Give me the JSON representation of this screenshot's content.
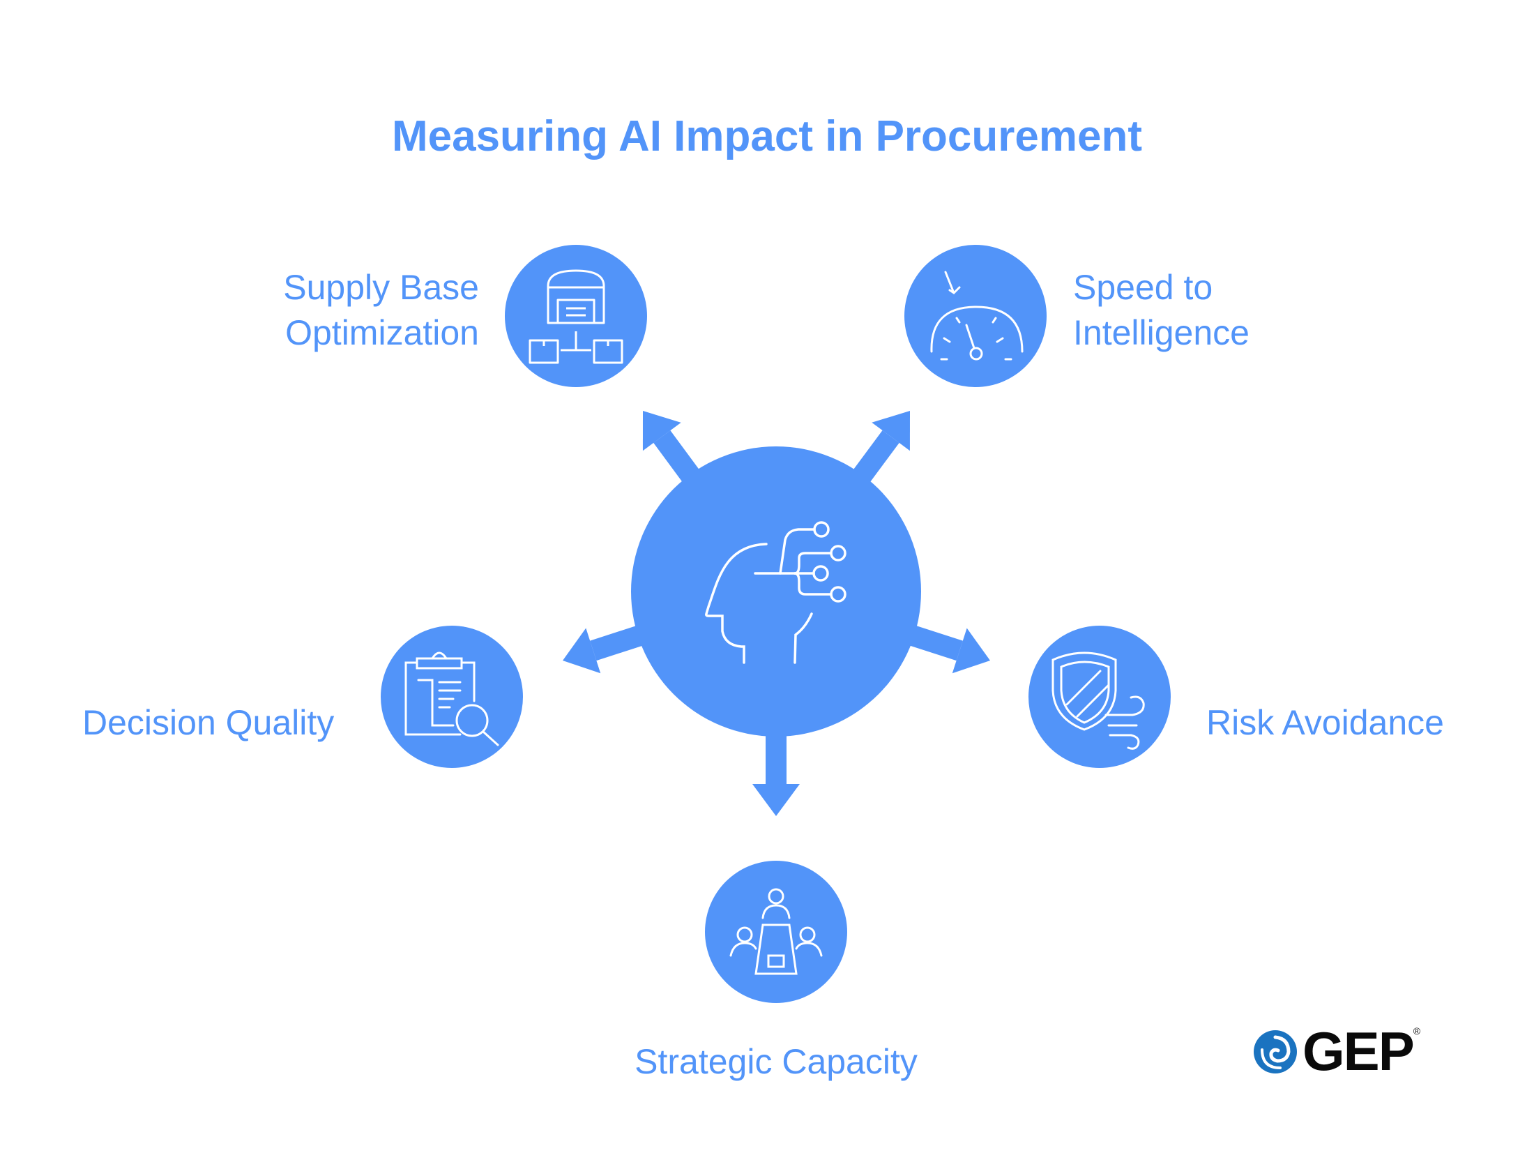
{
  "title": "Measuring AI Impact in Procurement",
  "center": {
    "icon": "ai-head-network-icon"
  },
  "nodes": [
    {
      "id": "supply",
      "label_lines": [
        "Supply Base",
        "Optimization"
      ],
      "icon": "warehouse-network-icon"
    },
    {
      "id": "speed",
      "label_lines": [
        "Speed to",
        "Intelligence"
      ],
      "icon": "speedometer-icon"
    },
    {
      "id": "decision",
      "label_lines": [
        "Decision Quality"
      ],
      "icon": "clipboard-search-icon"
    },
    {
      "id": "risk",
      "label_lines": [
        "Risk Avoidance"
      ],
      "icon": "shield-wind-icon"
    },
    {
      "id": "strategic",
      "label_lines": [
        "Strategic Capacity"
      ],
      "icon": "meeting-table-icon"
    }
  ],
  "logo": {
    "text": "GEP",
    "registered": "®"
  },
  "colors": {
    "accent": "#5294F9",
    "logo_blue": "#1a73c0",
    "text_dark": "#0a0a0a"
  }
}
